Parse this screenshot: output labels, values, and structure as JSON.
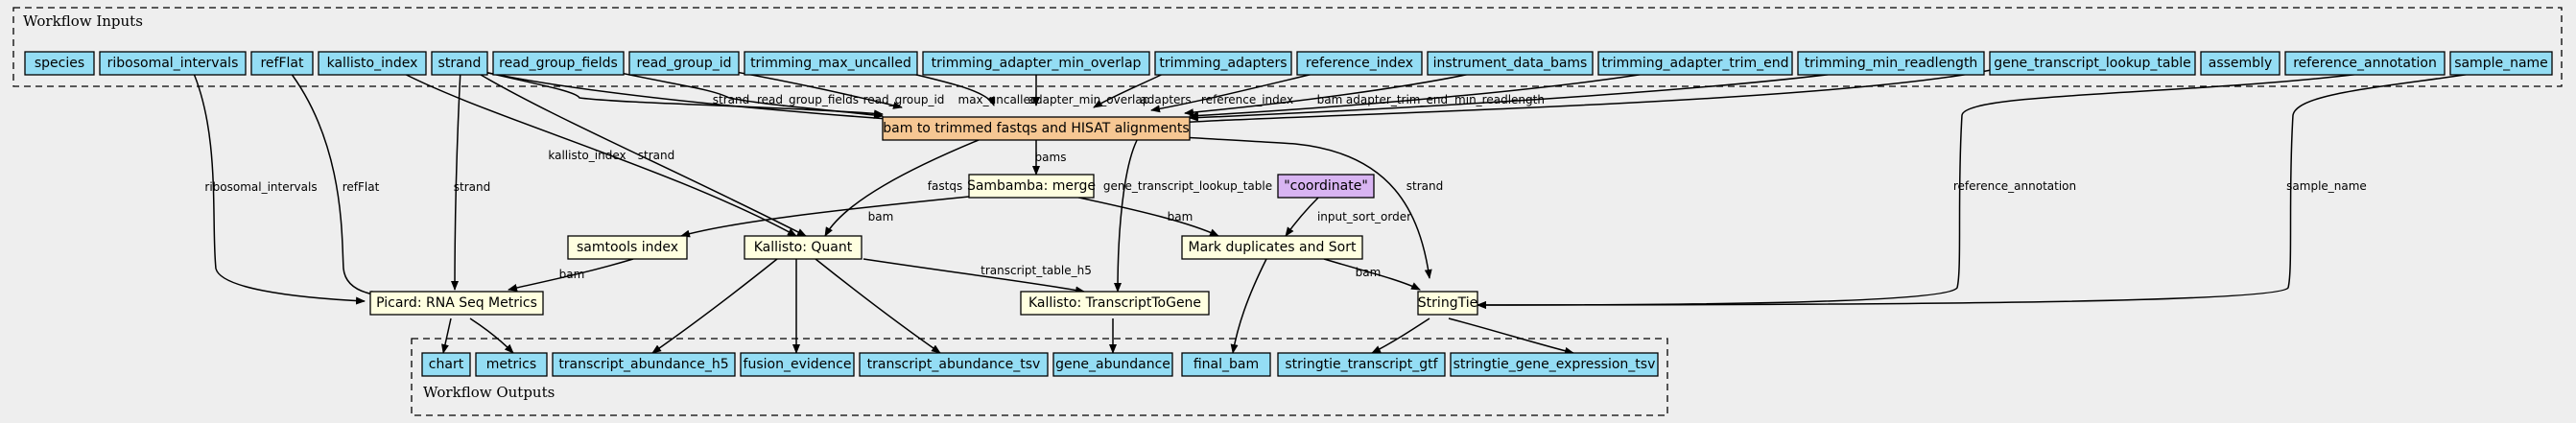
{
  "clusters": {
    "inputs_label": "Workflow Inputs",
    "outputs_label": "Workflow Outputs"
  },
  "inputs": {
    "species": "species",
    "ribosomal_intervals": "ribosomal_intervals",
    "refFlat": "refFlat",
    "kallisto_index": "kallisto_index",
    "strand": "strand",
    "read_group_fields": "read_group_fields",
    "read_group_id": "read_group_id",
    "trimming_max_uncalled": "trimming_max_uncalled",
    "trimming_adapter_min_overlap": "trimming_adapter_min_overlap",
    "trimming_adapters": "trimming_adapters",
    "reference_index": "reference_index",
    "instrument_data_bams": "instrument_data_bams",
    "trimming_adapter_trim_end": "trimming_adapter_trim_end",
    "trimming_min_readlength": "trimming_min_readlength",
    "gene_transcript_lookup_table": "gene_transcript_lookup_table",
    "assembly": "assembly",
    "reference_annotation": "reference_annotation",
    "sample_name": "sample_name"
  },
  "steps": {
    "bam_to_trimmed": "bam to trimmed fastqs and HISAT alignments",
    "sambamba_merge": "Sambamba: merge",
    "coordinate": "\"coordinate\"",
    "samtools_index": "samtools index",
    "kallisto_quant": "Kallisto: Quant",
    "mark_duplicates": "Mark duplicates and Sort",
    "picard": "Picard: RNA Seq Metrics",
    "kallisto_t2g": "Kallisto: TranscriptToGene",
    "stringtie": "StringTie"
  },
  "outputs": {
    "chart": "chart",
    "metrics": "metrics",
    "transcript_abundance_h5": "transcript_abundance_h5",
    "fusion_evidence": "fusion_evidence",
    "transcript_abundance_tsv": "transcript_abundance_tsv",
    "gene_abundance": "gene_abundance",
    "final_bam": "final_bam",
    "stringtie_transcript_gtf": "stringtie_transcript_gtf",
    "stringtie_gene_expression_tsv": "stringtie_gene_expression_tsv"
  },
  "edge_labels": {
    "strand": "strand",
    "read_group_fields": "read_group_fields",
    "read_group_id": "read_group_id",
    "max_uncalled": "max_uncalled",
    "adapter_min_overlap": "adapter_min_overlap",
    "adapters": "adapters",
    "reference_index": "reference_index",
    "bam": "bam",
    "adapter_trim_end": "adapter_trim_end",
    "min_readlength": "min_readlength",
    "bams": "bams",
    "fastqs": "fastqs",
    "kallisto_index": "kallisto_index",
    "ribosomal_intervals": "ribosomal_intervals",
    "refFlat": "refFlat",
    "gene_transcript_lookup_table": "gene_transcript_lookup_table",
    "input_sort_order": "input_sort_order",
    "transcript_table_h5": "transcript_table_h5",
    "reference_annotation": "reference_annotation",
    "sample_name": "sample_name"
  }
}
